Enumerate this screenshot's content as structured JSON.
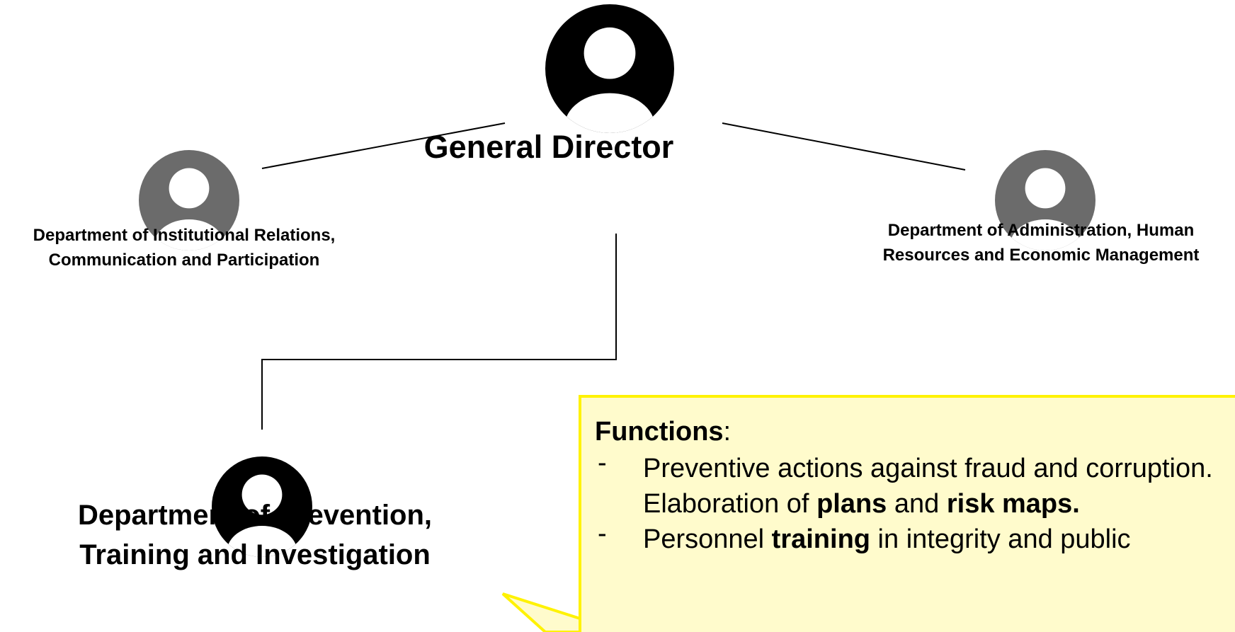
{
  "director": {
    "title": "General Director"
  },
  "departments": {
    "institutional": {
      "line1": "Department of Institutional Relations,",
      "line2": "Communication and Participation"
    },
    "administration": {
      "line1": "Department of Administration, Human",
      "line2": "Resources and Economic Management"
    },
    "prevention": {
      "line1": "Department of Prevention,",
      "line2": "Training and Investigation"
    }
  },
  "functions": {
    "heading": "Functions",
    "heading_colon": ":",
    "bullet": "-",
    "item1": {
      "t1": "Preventive actions against fraud and corruption. Elaboration of ",
      "b1": "plans",
      "t2": " and ",
      "b2": "risk maps."
    },
    "item2": {
      "t1": "Personnel ",
      "b1": "training",
      "t2": " in integrity and public"
    }
  },
  "colors": {
    "callout_fill": "#FFFBCC",
    "callout_border": "#FFF200",
    "main_avatar": "#000000",
    "side_avatar": "#6B6B6B"
  }
}
